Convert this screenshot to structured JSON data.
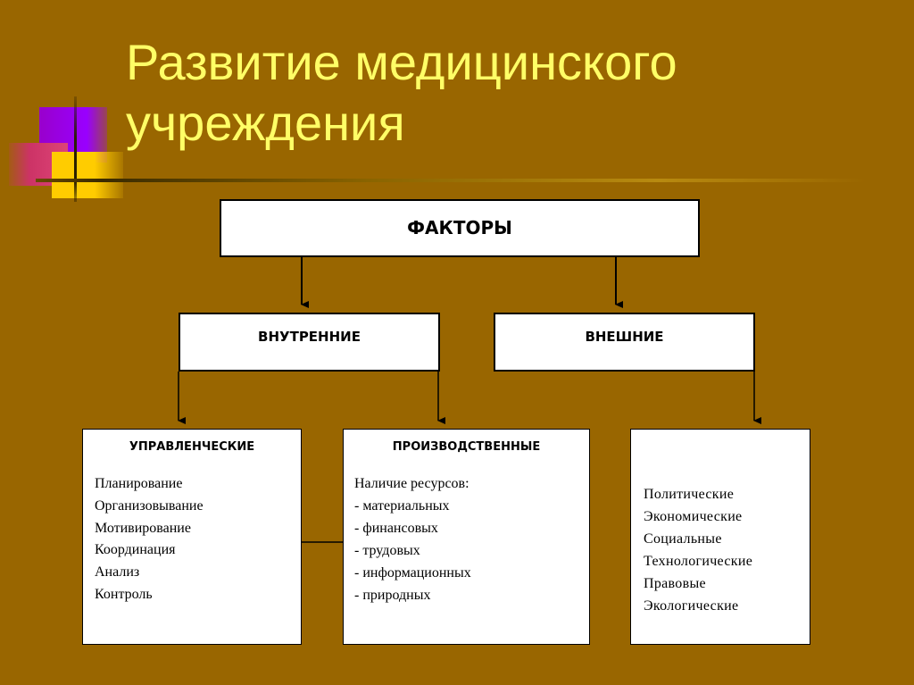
{
  "slide": {
    "title_line1": "Развитие медицинского",
    "title_line2": "учреждения"
  },
  "diagram": {
    "root": "ФАКТОРЫ",
    "internal": "ВНУТРЕННИЕ",
    "external": "ВНЕШНИЕ",
    "management": {
      "heading": "УПРАВЛЕНЧЕСКИЕ",
      "items": [
        "Планирование",
        "Организовывание",
        "Мотивирование",
        "Координация",
        "Анализ",
        "Контроль"
      ]
    },
    "production": {
      "heading": "ПРОИЗВОДСТВЕННЫЕ",
      "items": [
        "Наличие ресурсов:",
        "- материальных",
        "- финансовых",
        "- трудовых",
        "- информационных",
        "- природных"
      ]
    },
    "external_factors": {
      "items": [
        "Политические",
        "Экономические",
        "Социальные",
        "Технологические",
        "Правовые",
        "Экологические"
      ]
    }
  },
  "colors": {
    "background": "#996600",
    "title": "#ffff66",
    "box_fill": "#ffffff",
    "line": "#000000"
  }
}
